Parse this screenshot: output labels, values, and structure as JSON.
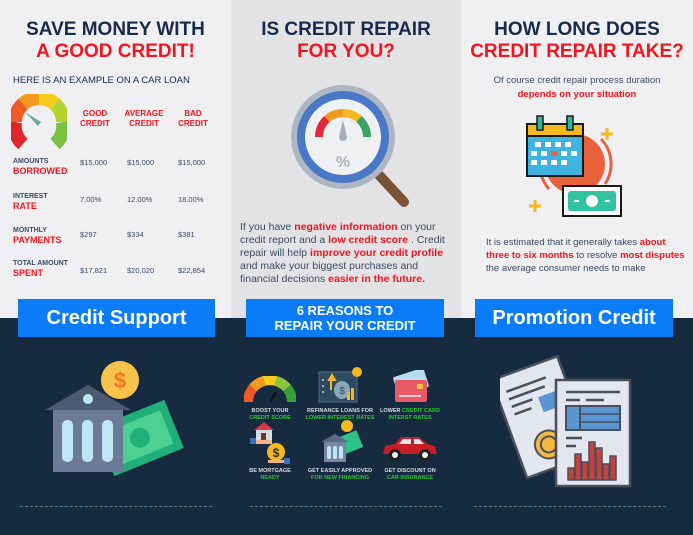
{
  "left_panel": {
    "title_line1": "SAVE MONEY WITH",
    "title_line2": "A GOOD CREDIT!",
    "subtitle": "HERE IS AN EXAMPLE ON A CAR LOAN",
    "columns": [
      {
        "line1": "GOOD",
        "line2": "CREDIT"
      },
      {
        "line1": "AVERAGE",
        "line2": "CREDIT"
      },
      {
        "line1": "BAD",
        "line2": "CREDIT"
      }
    ],
    "rows": [
      {
        "label_top": "AMOUNTS",
        "label_bottom": "BORROWED",
        "values": [
          "$15,000",
          "$15,000",
          "$15,000"
        ]
      },
      {
        "label_top": "INTEREST",
        "label_bottom": "RATE",
        "values": [
          "7.00%",
          "12.00%",
          "18.00%"
        ]
      },
      {
        "label_top": "MONTHLY",
        "label_bottom": "PAYMENTS",
        "values": [
          "$297",
          "$334",
          "$381"
        ]
      },
      {
        "label_top": "TOTAL AMOUNT",
        "label_bottom": "SPENT",
        "values": [
          "$17,821",
          "$20,020",
          "$22,854"
        ]
      }
    ],
    "button": "Credit Support"
  },
  "middle_panel": {
    "title_line1": "IS CREDIT REPAIR",
    "title_line2": "FOR YOU?",
    "para": {
      "t1": "If you have ",
      "h1": "negative information",
      "t2": "  on your credit report and a ",
      "h2": "low credit score",
      "t3": " . Credit repair will help ",
      "h3": "improve your credit profile",
      "t4": " and make your biggest purchases and financial decisions ",
      "h4": "easier in the future."
    },
    "button_line1": "6 REASONS TO",
    "button_line2": "REPAIR YOUR CREDIT",
    "reasons": [
      {
        "white": "BOOST YOUR",
        "green": "CREDIT SCORE",
        "icon": "gauge-icon"
      },
      {
        "white": "REFINANCE LOANS FOR",
        "green": "LOWER INTEREST RATES",
        "icon": "money-bag-chart-icon"
      },
      {
        "white": "LOWER ",
        "green": "CREDIT CARD",
        "green2": "INTERST RATES",
        "icon": "credit-card-icon"
      },
      {
        "white": "BE MORTGAGE",
        "green": "READY",
        "icon": "house-hand-icon"
      },
      {
        "white": "GET EASILY APPROVED",
        "green": "FOR NEW FINANCING",
        "icon": "bank-money-icon"
      },
      {
        "white": "GET DISCOUNT ON",
        "green": "CAR INSURANCE",
        "icon": "car-icon"
      }
    ]
  },
  "right_panel": {
    "title_line1": "HOW LONG DOES",
    "title_line2": "CREDIT REPAIR TAKE?",
    "sub_line1": "Of course credit repair process duration",
    "sub_line2": "depends on your situation",
    "para": {
      "t1": "It is estimated that it generally takes ",
      "h1": "about three to six months",
      "t2": "  to resolve ",
      "h2": "most disputes",
      "t3": " the average consumer needs to make"
    },
    "button": "Promotion Credit"
  },
  "colors": {
    "navy": "#172b4d",
    "red": "#f4141e",
    "blue_button": "#0a7cf7",
    "dark_bg": "#172b40",
    "green_text": "#2fc732"
  }
}
